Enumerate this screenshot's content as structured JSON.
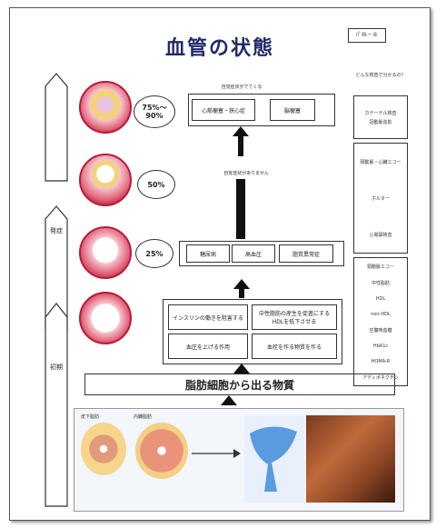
{
  "title": "血管の状態",
  "badge": "ﾊﾟﾈﾙ－８",
  "percents": [
    "75%～90%",
    "50%",
    "25%"
  ],
  "stage_labels": {
    "top": "発症",
    "bottom": "初期"
  },
  "onset_note": "自覚症状がでてくる",
  "no_symptom_note": "自覚症状がありません",
  "diseases": [
    "心筋梗塞・狭心症",
    "脳梗塞"
  ],
  "conditions": [
    "糖尿病",
    "高血圧",
    "脂質異常症"
  ],
  "mechanisms": [
    "インスリンの働きを阻害する",
    "中性脂肪の産生を促進にする　HDLを低下させる",
    "血圧を上げる作用",
    "血栓を作る物質を作る"
  ],
  "base_label": "脂肪細胞から出る物質",
  "side_header": "どんな検査で分かるの？",
  "side_groups": [
    [
      "カテーテル検査",
      "冠動脈造影"
    ],
    [
      "頸動脈・心臓エコー",
      "ホルター",
      "心電図検査"
    ],
    [
      "頸動脈エコー",
      "中性脂肪",
      "HDL",
      "non-HDL",
      "空腹時血糖",
      "HbA1c",
      "HOMA-R",
      "アディポネクチン"
    ]
  ],
  "fat_images": [
    "皮下脂肪",
    "内臓脂肪"
  ]
}
